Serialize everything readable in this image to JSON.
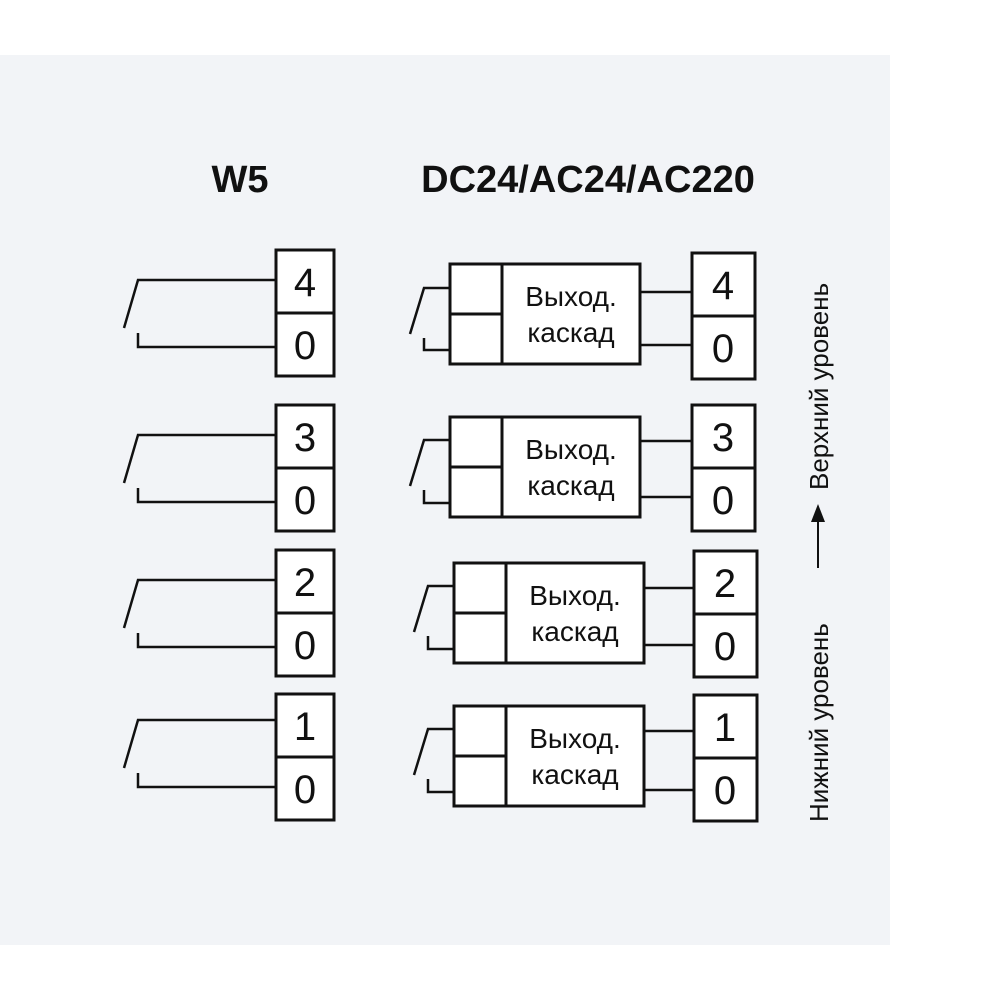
{
  "titles": {
    "left": "W5",
    "right": "DC24/AC24/AC220"
  },
  "channels": [
    {
      "top_label": "4",
      "bottom_label": "0"
    },
    {
      "top_label": "3",
      "bottom_label": "0"
    },
    {
      "top_label": "2",
      "bottom_label": "0"
    },
    {
      "top_label": "1",
      "bottom_label": "0"
    }
  ],
  "output_stage": {
    "line1": "Выход.",
    "line2": "каскад"
  },
  "axis": {
    "lower": "Нижний уровень",
    "upper": "Верхний уровень",
    "arrow_icon": "arrow-up-icon"
  },
  "colors": {
    "line": "#111111",
    "panel": "#f2f4f7"
  }
}
